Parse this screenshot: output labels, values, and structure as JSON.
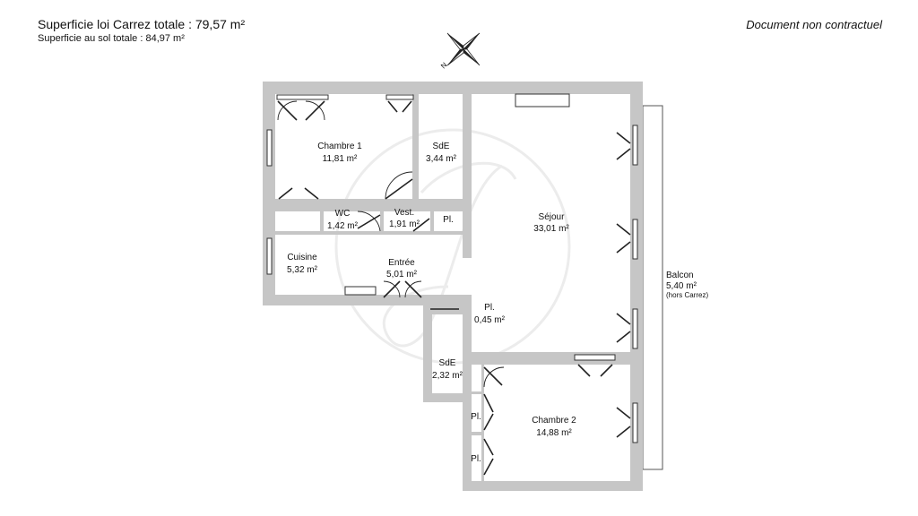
{
  "header": {
    "title": "Superficie loi Carrez totale : 79,57 m²",
    "subtitle": "Superficie au sol totale : 84,97 m²",
    "disclaimer": "Document non contractuel"
  },
  "compass": {
    "north_letter": "N"
  },
  "rooms": {
    "chambre1": {
      "name": "Chambre 1",
      "area": "11,81 m²"
    },
    "sde1": {
      "name": "SdE",
      "area": "3,44 m²"
    },
    "wc": {
      "name": "WC",
      "area": "1,42 m²"
    },
    "vest": {
      "name": "Vest.",
      "area": "1,91 m²"
    },
    "pl1": {
      "name": "Pl."
    },
    "cuisine": {
      "name": "Cuisine",
      "area": "5,32 m²"
    },
    "entree": {
      "name": "Entrée",
      "area": "5,01 m²"
    },
    "pl2": {
      "name": "Pl.",
      "area": "0,45 m²"
    },
    "sejour": {
      "name": "Séjour",
      "area": "33,01 m²"
    },
    "balcon": {
      "name": "Balcon",
      "area": "5,40 m²",
      "note": "(hors Carrez)"
    },
    "sde2": {
      "name": "SdE",
      "area": "2,32 m²"
    },
    "chambre2": {
      "name": "Chambre 2",
      "area": "14,88 m²"
    },
    "pl3": {
      "name": "Pl."
    },
    "pl4": {
      "name": "Pl."
    }
  }
}
